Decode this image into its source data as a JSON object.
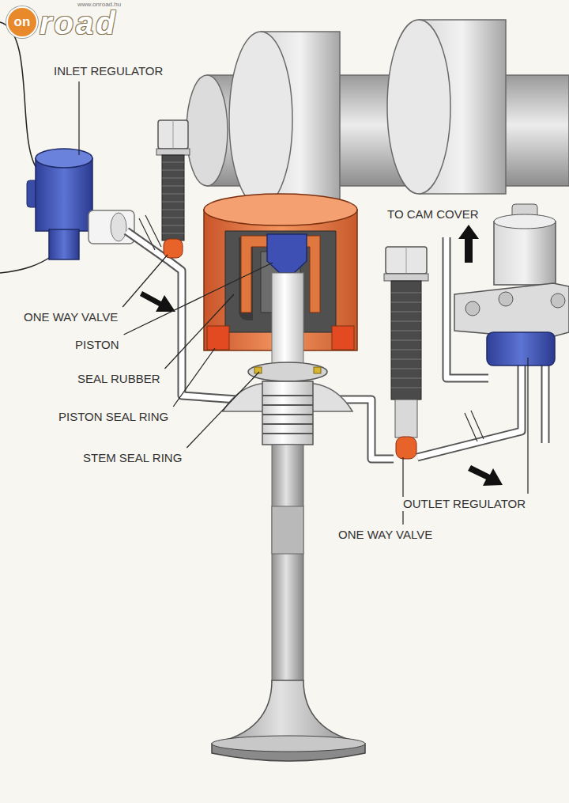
{
  "diagram": {
    "labels": [
      "on",
      "road",
      "www.onroad.hu",
      "INLET REGULATOR",
      "TO CAM COVER",
      "ONE WAY VALVE",
      "PISTON",
      "SEAL RUBBER",
      "PISTON SEAL RING",
      "STEM SEAL RING",
      "OUTLET REGULATOR",
      "ONE WAY VALVE"
    ]
  }
}
